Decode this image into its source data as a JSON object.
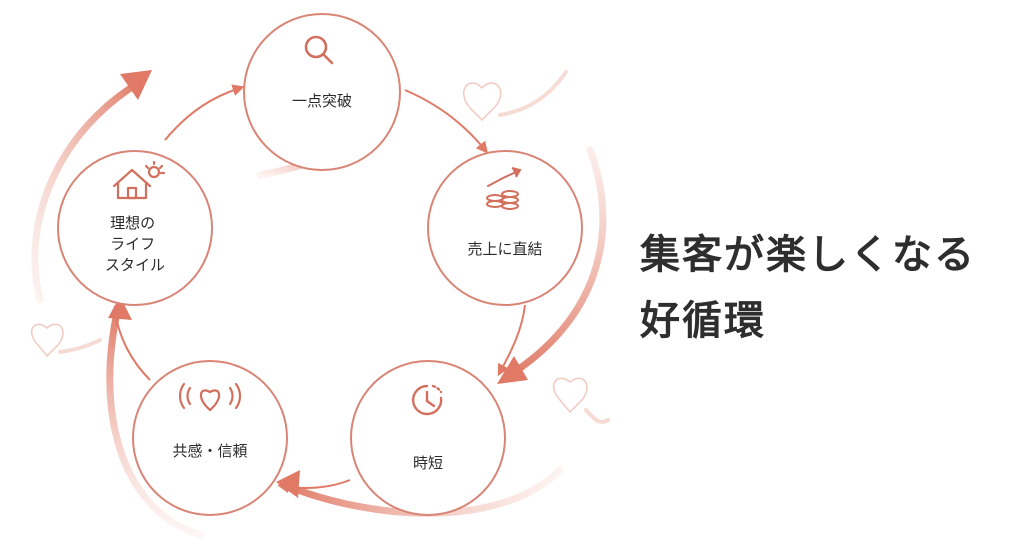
{
  "cycle": {
    "nodes": [
      {
        "id": "breakthrough",
        "label_lines": [
          "一点突破"
        ],
        "icon": "magnifier-icon"
      },
      {
        "id": "sales",
        "label_lines": [
          "売上に直結"
        ],
        "icon": "coins-growth-icon"
      },
      {
        "id": "time",
        "label_lines": [
          "時短"
        ],
        "icon": "clock-icon"
      },
      {
        "id": "trust",
        "label_lines": [
          "共感・信頼"
        ],
        "icon": "heart-signal-icon"
      },
      {
        "id": "ideal",
        "label_lines": [
          "理想の",
          "ライフ",
          "スタイル"
        ],
        "icon": "house-sun-icon"
      }
    ]
  },
  "headline": {
    "line1": "集客が楽しくなる",
    "line2": "好循環"
  },
  "colors": {
    "accent": "#e07a67",
    "accent_light": "#f3c4b8",
    "ring": "#d98576",
    "text": "#2b2b2b"
  }
}
